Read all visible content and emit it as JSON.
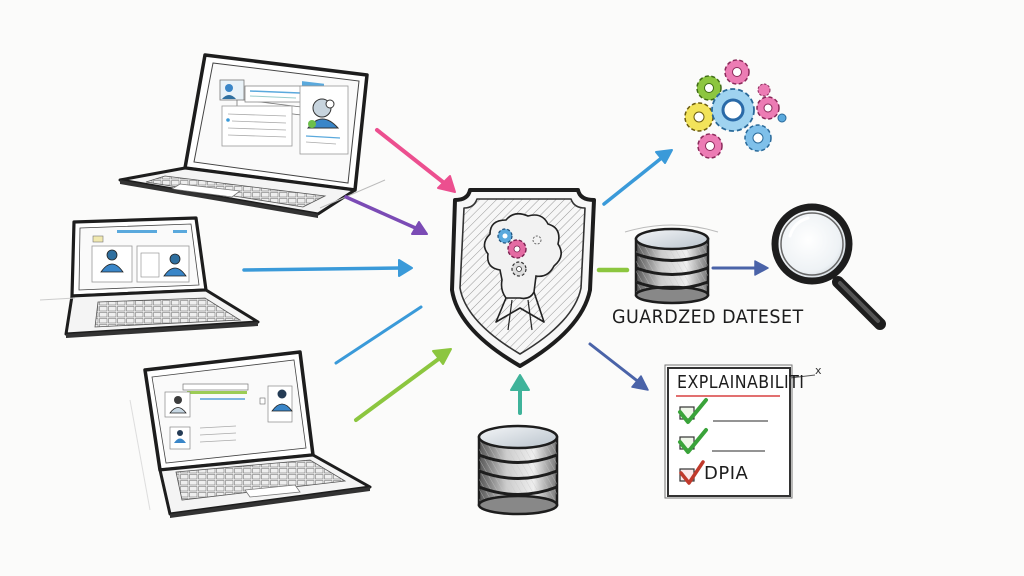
{
  "diagram": {
    "description": "Sketch of user devices sending data into a guarded AI model, producing a guarded dataset, insights, analysis and an explainability checklist",
    "colors": {
      "background": "#fbfbfa",
      "ink": "#1d1d1d",
      "arrow_pink": "#ec4f8f",
      "arrow_purple": "#7b4bb5",
      "arrow_blue": "#3a9ad9",
      "arrow_green": "#8cc63f",
      "arrow_teal": "#3fb39a",
      "arrow_navy": "#4a63a8",
      "check_green": "#3aa33a",
      "check_red": "#c0392b",
      "underline_red": "#d94040"
    },
    "nodes": {
      "laptops": [
        {
          "id": "laptop-top",
          "icon": "laptop-icon"
        },
        {
          "id": "laptop-middle",
          "icon": "laptop-icon"
        },
        {
          "id": "laptop-bottom",
          "icon": "laptop-icon"
        }
      ],
      "shield": {
        "icon": "shield-brain-icon"
      },
      "source_database": {
        "icon": "database-icon"
      },
      "gears": {
        "icon": "gears-icon"
      },
      "guarded_dataset": {
        "icon": "database-icon",
        "label": "Guardzed Dateset"
      },
      "magnifier": {
        "icon": "magnifying-glass-icon"
      },
      "checklist": {
        "title": "Explainabiliti",
        "close": "x",
        "items": [
          {
            "checked": true,
            "label": "",
            "color": "green"
          },
          {
            "checked": true,
            "label": "",
            "color": "green"
          },
          {
            "checked": true,
            "label": "DPIA",
            "color": "red"
          }
        ]
      }
    },
    "edges": [
      {
        "from": "laptop-top",
        "to": "shield",
        "color": "pink"
      },
      {
        "from": "laptop-top",
        "to": "shield",
        "color": "purple"
      },
      {
        "from": "laptop-middle",
        "to": "shield",
        "color": "blue"
      },
      {
        "from": "laptop-bottom",
        "to": "shield",
        "color": "blue"
      },
      {
        "from": "laptop-bottom",
        "to": "shield",
        "color": "green"
      },
      {
        "from": "source_database",
        "to": "shield",
        "color": "teal"
      },
      {
        "from": "shield",
        "to": "gears",
        "color": "blue"
      },
      {
        "from": "shield",
        "to": "guarded_dataset",
        "color": "green"
      },
      {
        "from": "guarded_dataset",
        "to": "magnifier",
        "color": "navy"
      },
      {
        "from": "shield",
        "to": "checklist",
        "color": "navy"
      }
    ]
  }
}
